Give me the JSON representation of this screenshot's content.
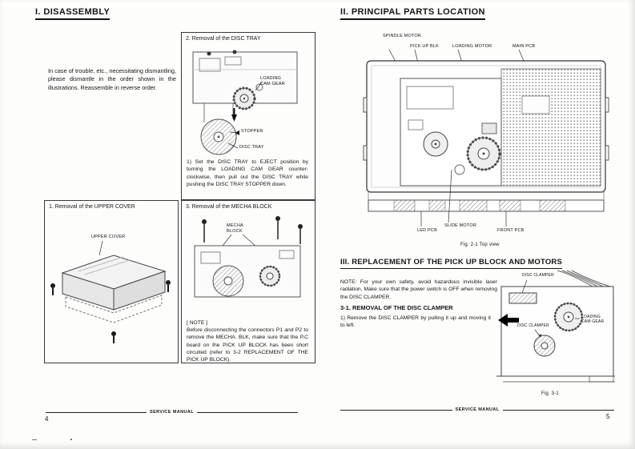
{
  "left": {
    "section_title": "I.  DISASSEMBLY",
    "intro": "In case of trouble, etc., necessitating dismantling, please dismantle in the order shown in the illustrations. Reassemble in reverse order.",
    "upper_cover": {
      "title": "1. Removal of the UPPER COVER",
      "label": "UPPER COVER"
    },
    "disc_tray": {
      "title": "2. Removal of the DISC TRAY",
      "label_gear": "LOADING\nCAM GEAR",
      "label_stopper": "STOPPER",
      "label_tray": "DISC TRAY",
      "instruction": "1) Set the DISC TRAY to EJECT position by turning the LOADING CAM GEAR counter-clockwise, then pull out the DISC TRAY while pushing the DISC TRAY STOPPER down."
    },
    "mecha_block": {
      "title": "3. Removal of the MECHA BLOCK",
      "label": "MECHA\nBLOCK",
      "note_title": "[ NOTE ]",
      "note_body": "Before disconnecting the connectors P1 and P2 to remove the MECHA. BLK, make sure that the P.C board on the PICK UP BLOCK has been short circuited (refer to 3-2 REPLACEMENT OF THE PICK UP BLOCK)."
    },
    "footer": "SERVICE MANUAL",
    "page_number": "4"
  },
  "right": {
    "section_title": "II. PRINCIPAL PARTS LOCATION",
    "parts": {
      "spindle_motor": "SPINDLE  MOTOR",
      "pick_up_blk": "PICK UP BLK",
      "loading_motor": "LOADING MOTOR",
      "main_pcb": "MAIN  PCB",
      "led_pcb": "LED  PCB",
      "slide_motor": "SLIDE  MOTOR",
      "front_pcb": "FRONT  PCB"
    },
    "fig21_caption": "Fig. 2-1  Top view",
    "section3_title": "III. REPLACEMENT OF THE PICK UP BLOCK AND MOTORS",
    "note": "NOTE:  For your own safety, avoid hazardous invisible laser radiation. Make sure that the power switch is OFF when removing the DISC CLAMPER.",
    "sub_title": "3-1. REMOVAL OF THE DISC CLAMPER",
    "step1": "1) Remove the DISC CLAMPER by pulling it up and moving it to left.",
    "fig31": {
      "clamper_top": "DISC  CLAMPER",
      "clamper_mid": "DISC CLAMPER",
      "cam_gear": "LOADING\nCAM GEAR"
    },
    "fig31_caption": "Fig. 3-1",
    "footer": "SERVICE MANUAL",
    "page_number": "5"
  }
}
